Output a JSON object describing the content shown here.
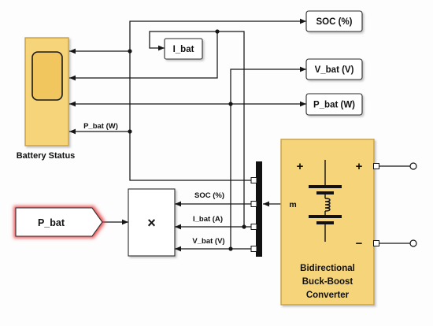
{
  "colors": {
    "canvas_background": "#fdfdfd",
    "block_fill": "#f6d47a",
    "block_border": "#c99e43",
    "scope_screen_fill": "#f1c65f",
    "wire": "#151515",
    "highlight_glow": "#e5393b"
  },
  "scope": {
    "label": "Battery Status",
    "icon": "scope-screen-icon"
  },
  "outports": {
    "soc": "SOC (%)",
    "v_bat": "V_bat (V)",
    "p_bat": "P_bat (W)"
  },
  "display": {
    "i_bat": "I_bat"
  },
  "from_block": {
    "label": "P_bat",
    "highlighted": true
  },
  "product": {
    "symbol": "×"
  },
  "converter": {
    "title_lines": [
      "Bidirectional",
      "Buck-Boost",
      "Converter"
    ],
    "port_label": "m",
    "terminal_left_positive": "+",
    "terminal_right_positive": "+",
    "terminal_right_negative": "−",
    "icon": "battery-inductor-icon"
  },
  "signal_labels": {
    "p_bat": "P_bat (W)",
    "soc": "SOC (%)",
    "i_bat": "I_bat (A)",
    "v_bat": "V_bat (V)"
  }
}
